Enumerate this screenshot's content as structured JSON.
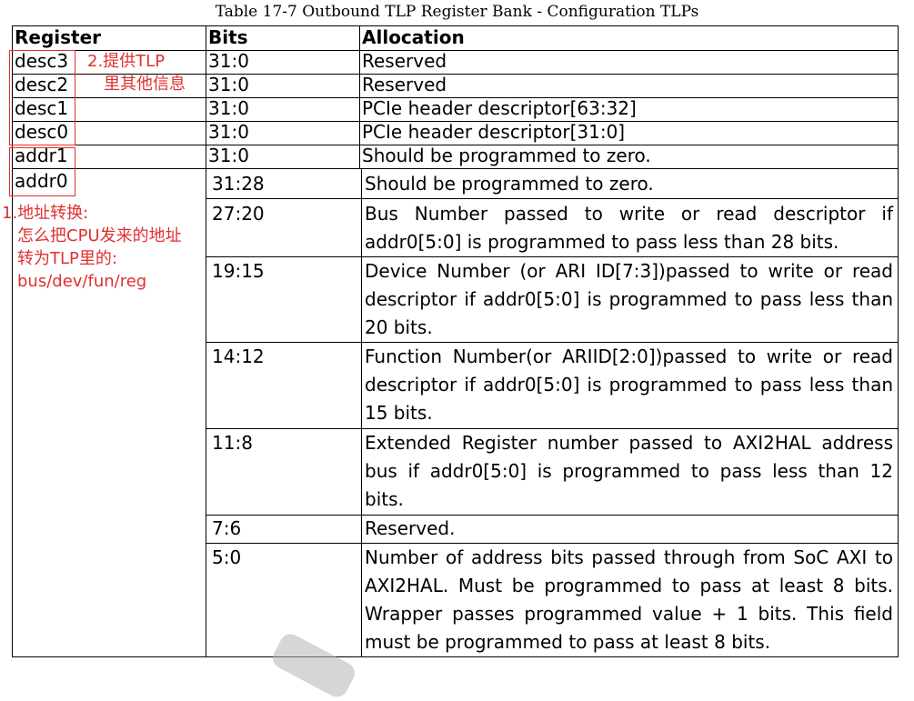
{
  "caption": "Table 17-7 Outbound TLP Register Bank - Configuration TLPs",
  "headers": {
    "register": "Register",
    "bits": "Bits",
    "allocation": "Allocation"
  },
  "rows": [
    {
      "register": "desc3",
      "bits": "31:0",
      "allocation": "Reserved"
    },
    {
      "register": "desc2",
      "bits": "31:0",
      "allocation": "Reserved"
    },
    {
      "register": "desc1",
      "bits": "31:0",
      "allocation": "PCIe header descriptor[63:32]"
    },
    {
      "register": "desc0",
      "bits": "31:0",
      "allocation": "PCIe header descriptor[31:0]"
    },
    {
      "register": "addr1",
      "bits": "31:0",
      "allocation": "Should be programmed to zero."
    },
    {
      "register": "addr0",
      "bits": "31:28",
      "allocation": "Should be programmed to zero."
    },
    {
      "register": "",
      "bits": "27:20",
      "allocation": "Bus Number passed to write or read descriptor if addr0[5:0] is programmed to pass less than 28 bits."
    },
    {
      "register": "",
      "bits": "19:15",
      "allocation": "Device Number (or ARI ID[7:3])passed to write or read descriptor if addr0[5:0] is programmed to pass less than 20 bits."
    },
    {
      "register": "",
      "bits": "14:12",
      "allocation": "Function Number(or ARIID[2:0])passed to write or read descriptor if addr0[5:0] is programmed to pass less than 15 bits."
    },
    {
      "register": "",
      "bits": "11:8",
      "allocation": "Extended Register number passed to AXI2HAL address bus if addr0[5:0] is programmed to pass less than 12 bits."
    },
    {
      "register": "",
      "bits": "7:6",
      "allocation": "Reserved."
    },
    {
      "register": "",
      "bits": "5:0",
      "allocation": "Number of address bits passed through from SoC AXI to AXI2HAL. Must be programmed to pass at least 8 bits. Wrapper passes programmed value + 1 bits. This field must be programmed to pass at least 8 bits."
    }
  ],
  "annotations": {
    "note2_line1": "2.提供TLP",
    "note2_line2": "里其他信息",
    "note1_line1": "1.地址转换:",
    "note1_line2": "怎么把CPU发来的地址",
    "note1_line3": "转为TLP里的:",
    "note1_line4": "bus/dev/fun/reg",
    "color": "#e03030"
  }
}
